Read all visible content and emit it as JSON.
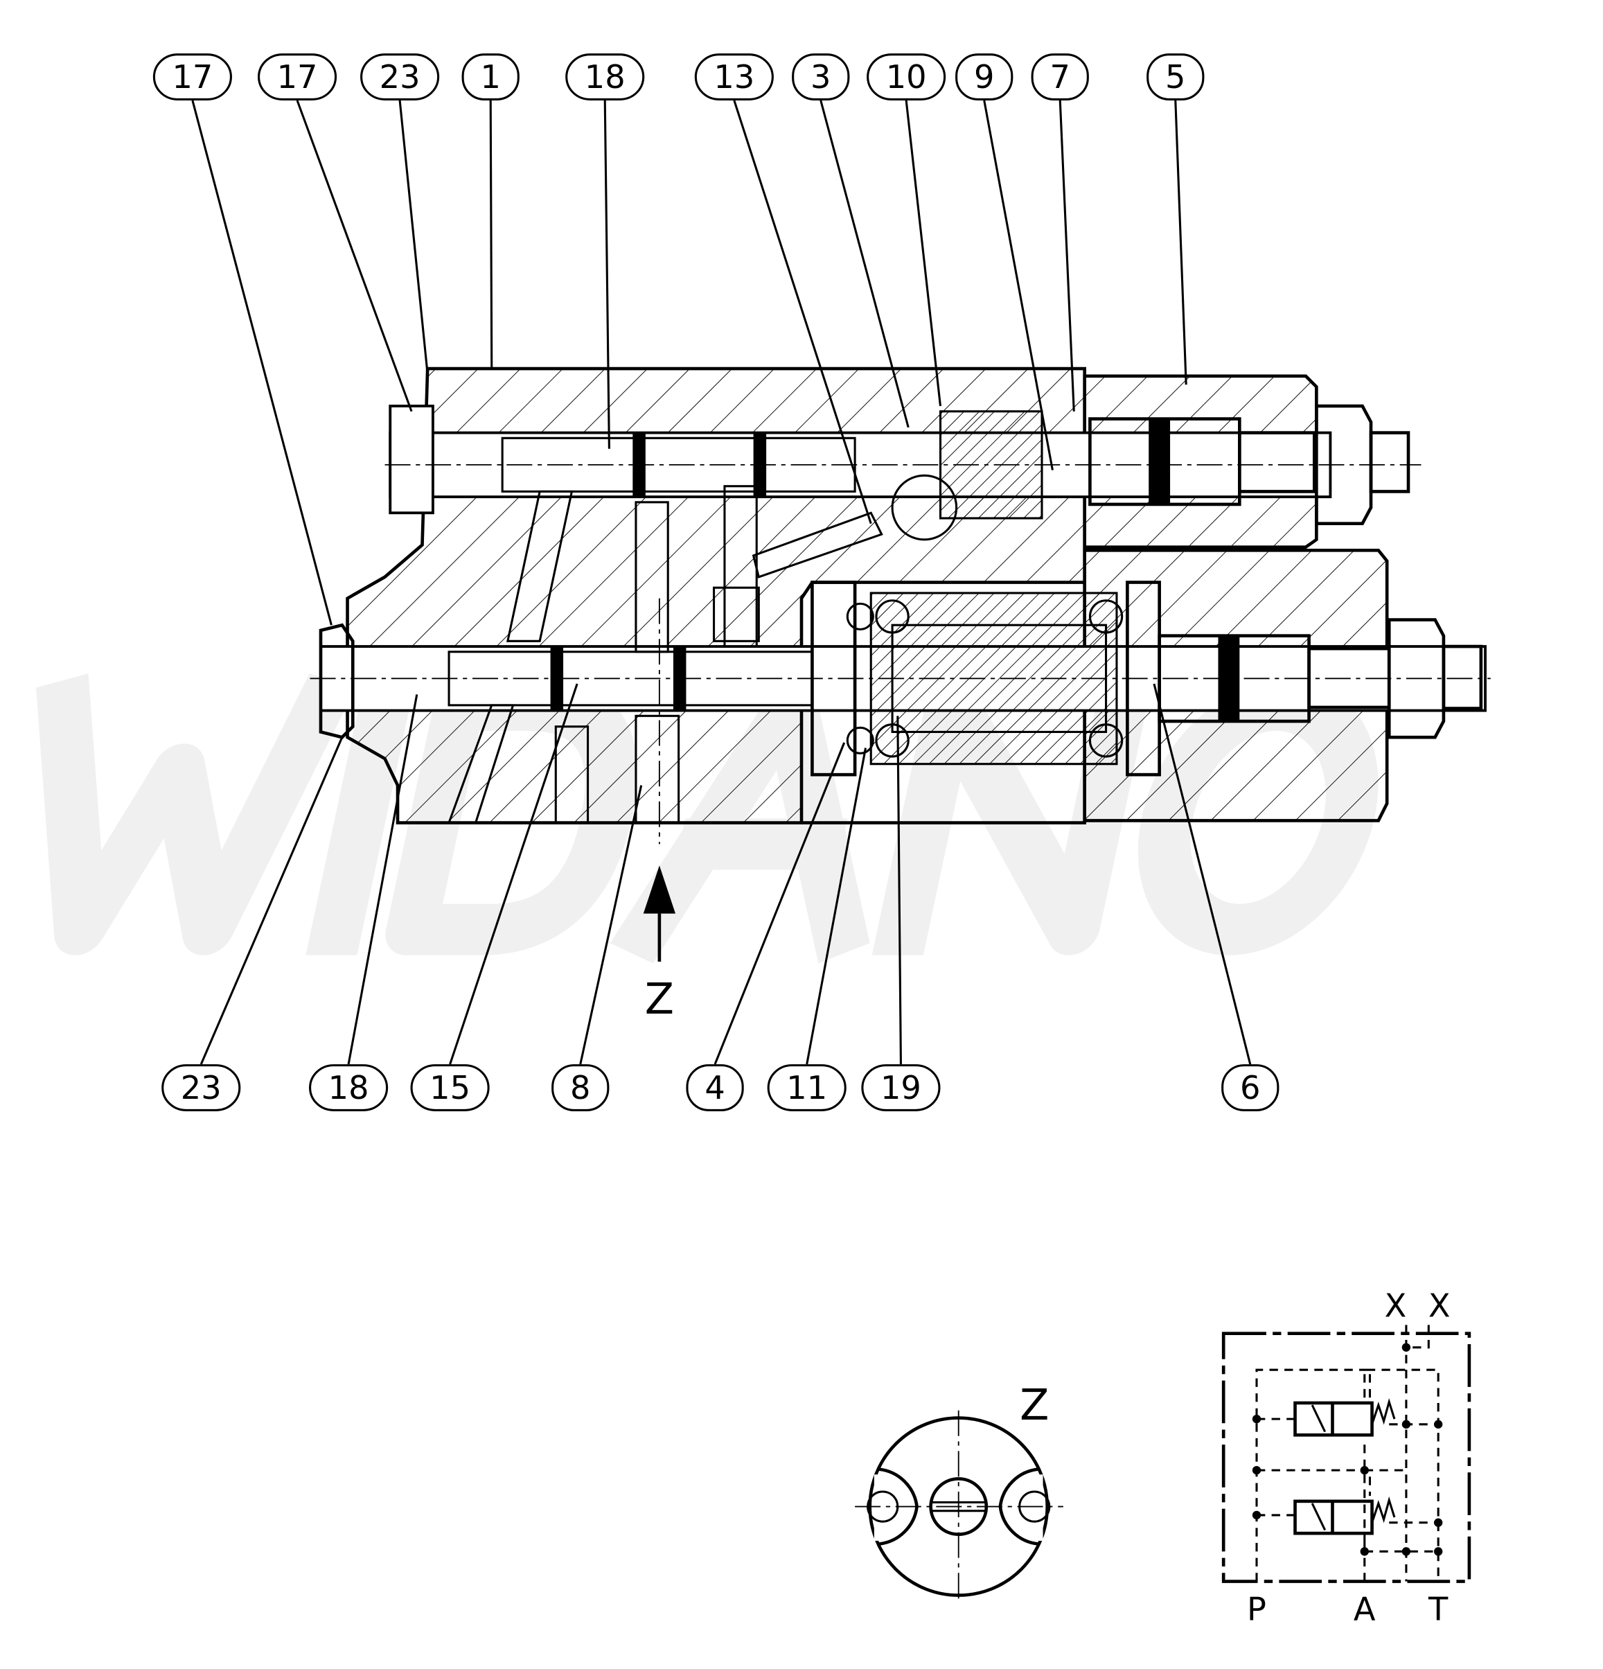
{
  "watermark": "WIDANO",
  "callouts_top": [
    "17",
    "17",
    "23",
    "1",
    "18",
    "13",
    "3",
    "10",
    "9",
    "7",
    "5"
  ],
  "callouts_bottom": [
    "23",
    "18",
    "15",
    "8",
    "4",
    "11",
    "19",
    "6"
  ],
  "view_arrow_label": "Z",
  "view_z_title": "Z",
  "schematic": {
    "ports_top": [
      "X",
      "X"
    ],
    "ports_bottom": [
      "P",
      "A",
      "T"
    ]
  }
}
